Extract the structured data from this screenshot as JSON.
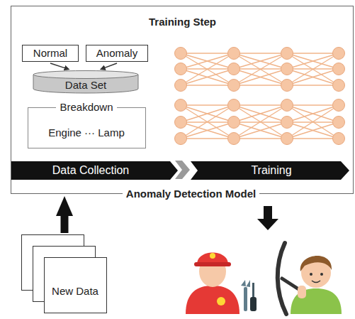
{
  "diagram": {
    "nodes": [
      {
        "text": [
          "Training Step",
          "Anomaly Detection Model"
        ]
      },
      {
        "text": [
          "Normal"
        ],
        "in": 0
      },
      {
        "text": [
          "Anomaly"
        ],
        "in": 0
      },
      {
        "text": [
          "Data Set"
        ],
        "in": 0
      },
      {
        "text": [
          "Breakdown",
          "Engine ··· Lamp"
        ],
        "in": 0
      },
      {
        "text": [
          "Data Collection"
        ],
        "in": 0
      },
      {
        "text": [
          "Training"
        ],
        "in": 0
      },
      {
        "text": [
          "New Data"
        ]
      }
    ],
    "edges": [
      {
        "from": 1,
        "to": 3,
        "arrow": "to"
      },
      {
        "from": 2,
        "to": 3,
        "arrow": "to"
      },
      {
        "from": 7,
        "to": 0,
        "arrow": "to"
      }
    ]
  }
}
